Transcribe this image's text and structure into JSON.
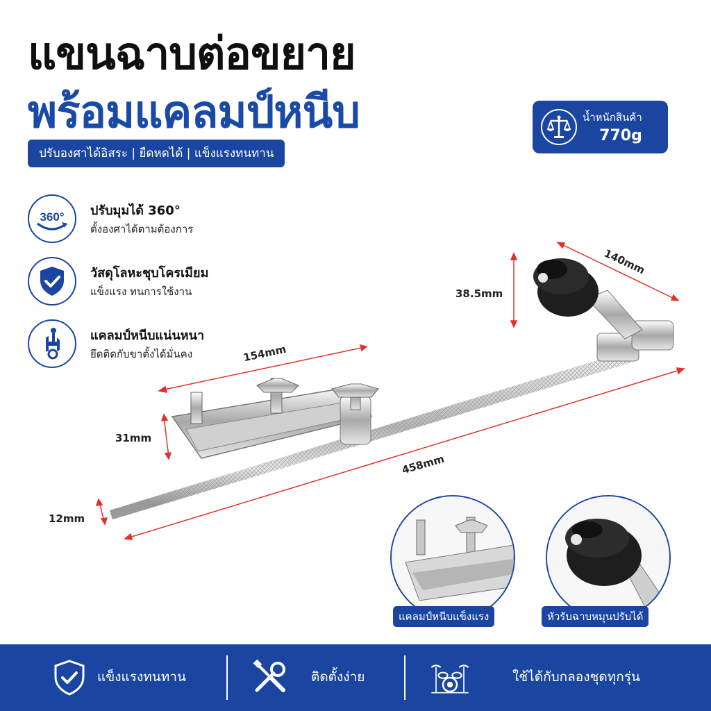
{
  "header": {
    "title_line1": "แขนฉาบต่อขยาย",
    "title_line2": "พร้อมแคลมป์หนีบ",
    "tagline": "ปรับองศาได้อิสระ | ยืดหดได้ | แข็งแรงทนทาน"
  },
  "weight": {
    "label": "น้ำหนักสินค้า",
    "value": "770g",
    "icon": "scale-icon"
  },
  "features": [
    {
      "icon": "rotate-360-icon",
      "icon_text": "360°",
      "title": "ปรับมุมได้ 360°",
      "subtitle": "ตั้งองศาได้ตามต้องการ"
    },
    {
      "icon": "shield-check-icon",
      "title": "วัสดุโลหะชุบโครเมียม",
      "subtitle": "แข็งแรง ทนการใช้งาน"
    },
    {
      "icon": "clamp-icon",
      "title": "แคลมป์หนีบแน่นหนา",
      "subtitle": "ยึดติดกับขาตั้งได้มั่นคง"
    }
  ],
  "dimensions": {
    "head_length": "140mm",
    "head_height": "38.5mm",
    "clamp_length": "154mm",
    "clamp_height": "31mm",
    "total_length": "458mm",
    "rod_diameter": "12mm"
  },
  "details": [
    {
      "label": "แคลมป์หนีบแข็งแรง"
    },
    {
      "label": "หัวรับฉาบหมุนปรับได้"
    }
  ],
  "footer": [
    {
      "icon": "shield-check-icon",
      "label": "แข็งแรงทนทาน"
    },
    {
      "icon": "tools-icon",
      "label": "ติดตั้งง่าย"
    },
    {
      "icon": "drum-kit-icon",
      "label": "ใช้ได้กับกลองชุดทุกรุ่น"
    }
  ],
  "colors": {
    "brand_blue": "#1a45a0",
    "dimension_red": "#e0322c",
    "text_dark": "#0f0f0f"
  }
}
